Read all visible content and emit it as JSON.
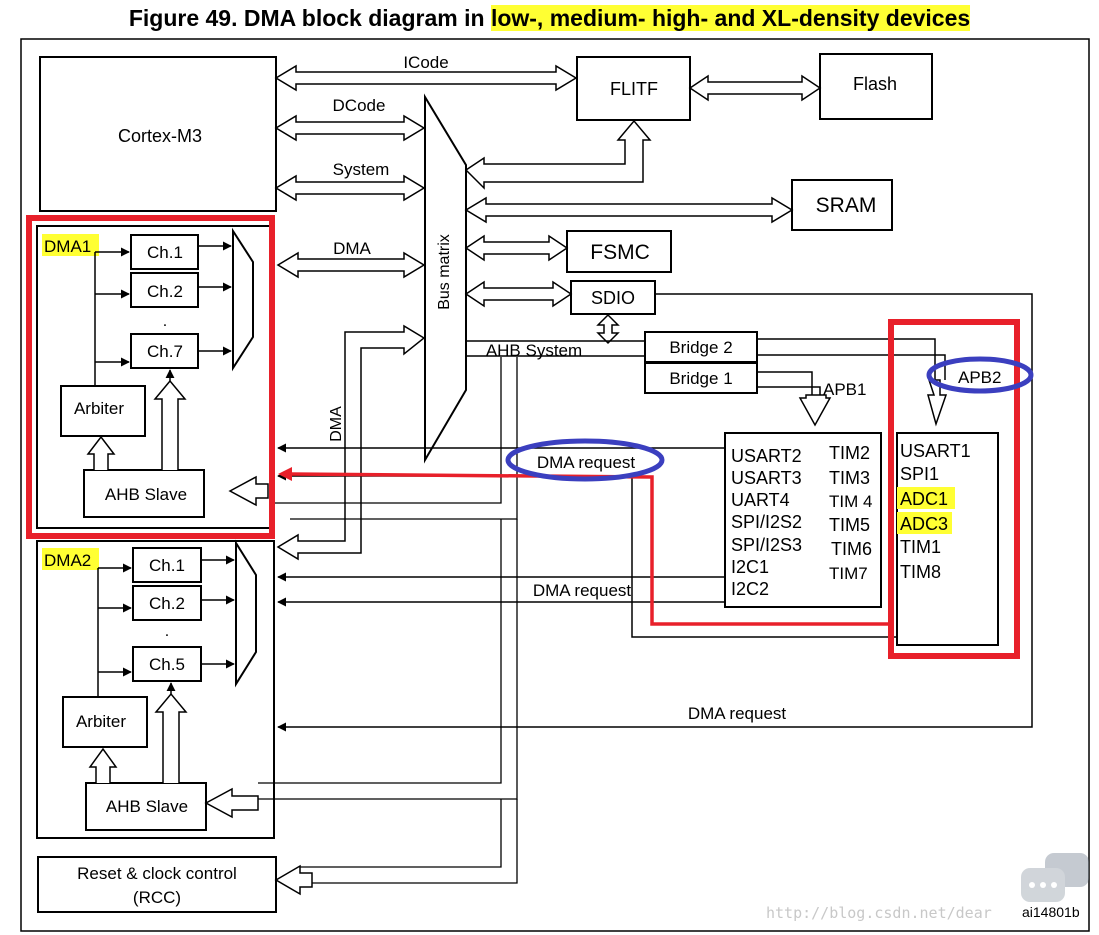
{
  "figure_title": {
    "prefix": "Figure 49. DMA block diagram in ",
    "highlighted": "low-, medium- high- and XL-density devices"
  },
  "blocks": {
    "cortex": "Cortex-M3",
    "flitf": "FLITF",
    "flash": "Flash",
    "sram": "SRAM",
    "fsmc": "FSMC",
    "sdio": "SDIO",
    "bus_matrix": "Bus matrix",
    "bridge2": "Bridge  2",
    "bridge1": "Bridge  1",
    "rcc_line1": "Reset & clock control",
    "rcc_line2": "(RCC)"
  },
  "buses": {
    "icode": "ICode",
    "dcode": "DCode",
    "system": "System",
    "dma": "DMA",
    "dma_vertical": "DMA",
    "ahb_system": "AHB System",
    "apb1": "APB1",
    "apb2": "APB2"
  },
  "dma_requests": [
    "DMA request",
    "DMA request",
    "DMA request"
  ],
  "dma1": {
    "label": "DMA1",
    "channels": [
      "Ch.1",
      "Ch.2",
      "Ch.7"
    ],
    "arbiter": "Arbiter",
    "ahb_slave": "AHB Slave"
  },
  "dma2": {
    "label": "DMA2",
    "channels": [
      "Ch.1",
      "Ch.2",
      "Ch.5"
    ],
    "arbiter": "Arbiter",
    "ahb_slave": "AHB Slave"
  },
  "apb1_peripherals": {
    "col1": [
      "USART2",
      "USART3",
      "UART4",
      "SPI/I2S2",
      "SPI/I2S3",
      "I2C1",
      "I2C2"
    ],
    "col2": [
      "TIM2",
      "TIM3",
      "TIM 4",
      "TIM5",
      "TIM6",
      "TIM7"
    ]
  },
  "apb2_peripherals": [
    "USART1",
    "SPI1",
    "ADC1",
    "ADC3",
    "TIM1",
    "TIM8"
  ],
  "apb2_highlighted": [
    "ADC1",
    "ADC3"
  ],
  "code_id": "ai14801b",
  "watermark": "http://blog.csdn.net/dear",
  "colors": {
    "highlight": "#ffff33",
    "red_annotation": "#e8202a",
    "blue_annotation": "#3b3fbf"
  }
}
